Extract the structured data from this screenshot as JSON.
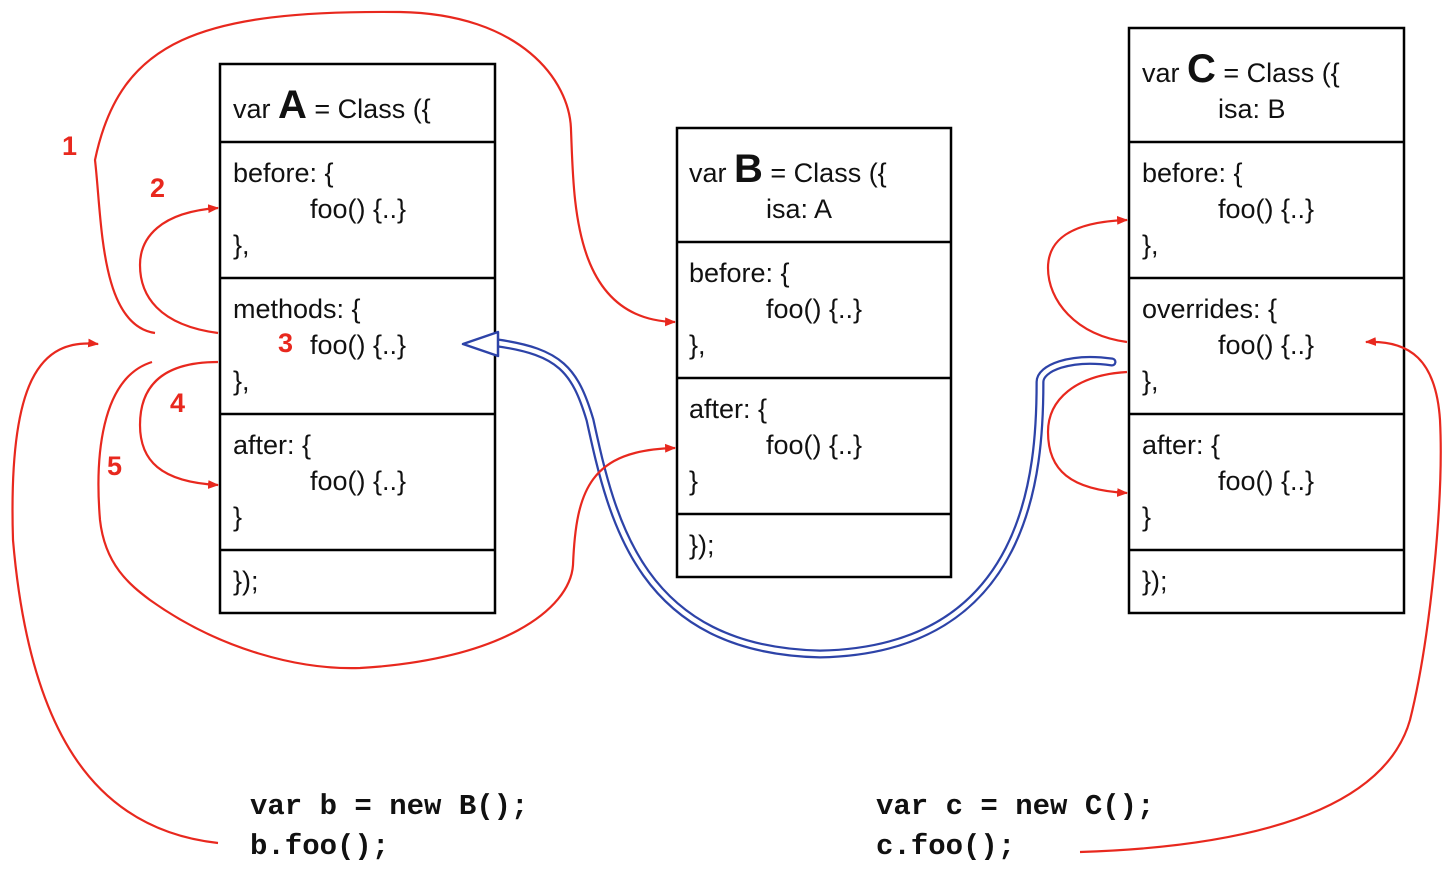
{
  "colors": {
    "arrow_red": "#e8281e",
    "arrow_blue": "#2d43a8",
    "box_border": "#000000"
  },
  "class_a": {
    "header_prefix": "var ",
    "name": "A",
    "header_suffix": " = Class ({",
    "before_open": "before: {",
    "before_foo": "foo() {..}",
    "before_close": "},",
    "methods_open": "methods: {",
    "methods_foo": "foo() {..}",
    "methods_close": "},",
    "after_open": "after: {",
    "after_foo": "foo() {..}",
    "after_close": "}",
    "end": "});"
  },
  "class_b": {
    "header_prefix": "var ",
    "name": "B",
    "header_suffix": " = Class ({",
    "isa": "isa: A",
    "before_open": "before: {",
    "before_foo": "foo() {..}",
    "before_close": "},",
    "after_open": "after: {",
    "after_foo": "foo() {..}",
    "after_close": "}",
    "end": "});"
  },
  "class_c": {
    "header_prefix": "var ",
    "name": "C",
    "header_suffix": " = Class ({",
    "isa": "isa: B",
    "before_open": "before: {",
    "before_foo": "foo() {..}",
    "before_close": "},",
    "overrides_open": "overrides: {",
    "overrides_foo": "foo() {..}",
    "overrides_close": "},",
    "after_open": "after: {",
    "after_foo": "foo() {..}",
    "after_close": "}",
    "end": "});"
  },
  "steps": [
    "1",
    "2",
    "3",
    "4",
    "5"
  ],
  "code_b": {
    "line1": "var b = new B();",
    "line2": "b.foo();"
  },
  "code_c": {
    "line1": "var c = new C();",
    "line2": "c.foo();"
  }
}
